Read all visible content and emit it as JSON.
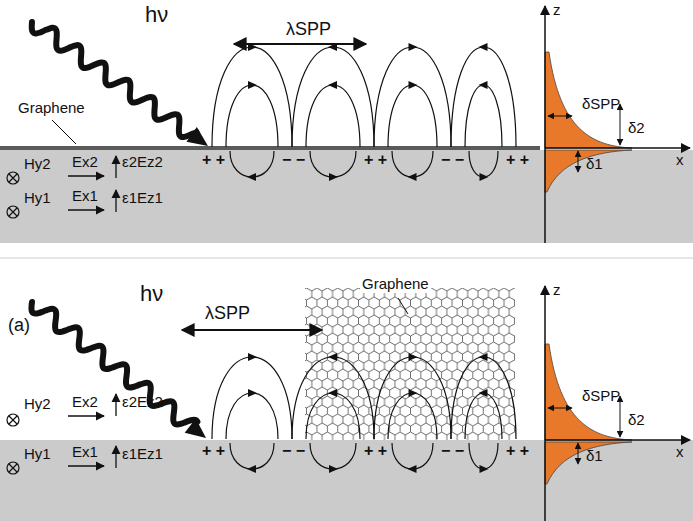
{
  "diagram": {
    "labels": [
      "hν",
      "λSPP",
      "Graphene",
      "Hy2",
      "Ex2",
      "ε2Ez2",
      "Hy1",
      "Ex1",
      "ε1Ez1",
      "+ +",
      "− −",
      "+ +",
      "− −",
      "+ +",
      "z",
      "x",
      "δSPP",
      "δ2",
      "δ1",
      "(a)",
      "hν",
      "λSPP",
      "Graphene",
      "Hy2",
      "Ex2",
      "ε2Ez2",
      "Hy1",
      "Ex1",
      "ε1Ez1",
      "+ +",
      "− −",
      "+ +",
      "− −",
      "+ +",
      "z",
      "x",
      "δSPP",
      "δ2",
      "δ1"
    ]
  }
}
